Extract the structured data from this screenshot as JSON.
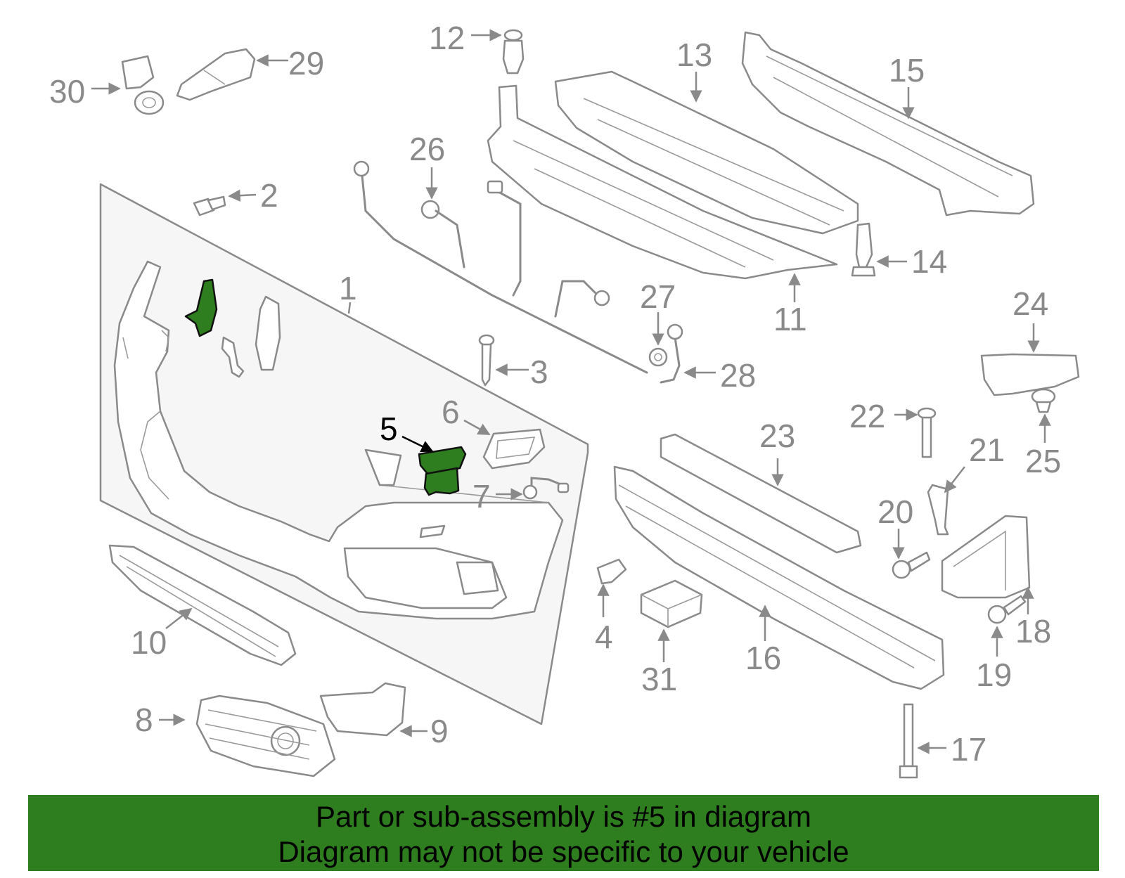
{
  "diagram": {
    "callouts": {
      "c1": "1",
      "c2": "2",
      "c3": "3",
      "c4": "4",
      "c5": "5",
      "c6": "6",
      "c7": "7",
      "c8": "8",
      "c9": "9",
      "c10": "10",
      "c11": "11",
      "c12": "12",
      "c13": "13",
      "c14": "14",
      "c15": "15",
      "c16": "16",
      "c17": "17",
      "c18": "18",
      "c19": "19",
      "c20": "20",
      "c21": "21",
      "c22": "22",
      "c23": "23",
      "c24": "24",
      "c25": "25",
      "c26": "26",
      "c27": "27",
      "c28": "28",
      "c29": "29",
      "c30": "30",
      "c31": "31"
    },
    "highlighted_part": "5",
    "colors": {
      "highlight": "#2e7d1e",
      "line": "#8a8a8a",
      "banner": "#2e7d1e"
    }
  },
  "banner": {
    "line1": "Part or sub-assembly is #5 in diagram",
    "line2": "Diagram may not be specific to your vehicle"
  }
}
